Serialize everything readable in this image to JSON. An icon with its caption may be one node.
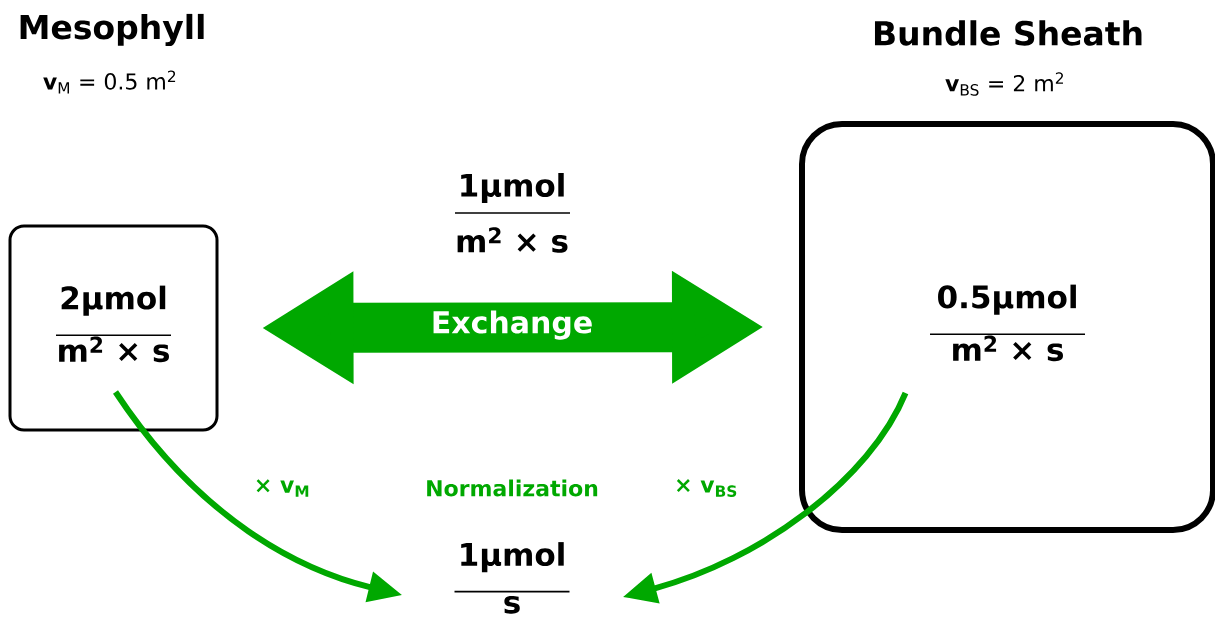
{
  "diagram": {
    "nodes": [
      {
        "text": [
          "2µmol",
          "m$^{2}$ × s"
        ]
      },
      {
        "text": [
          "0.5µmol",
          "m$^{2}$ × s"
        ]
      },
      {
        "text": [
          "1µmol",
          "s"
        ]
      }
    ],
    "edges": [
      {
        "from": 0,
        "to": 1,
        "arrow": "both",
        "label": "Exchange",
        "style": "thick"
      },
      {
        "from": 0,
        "to": 2,
        "arrow": "to",
        "label": "× v$_{M}$"
      },
      {
        "from": 1,
        "to": 2,
        "arrow": "to",
        "label": "× v$_{BS}$"
      }
    ],
    "labels": [
      "Mesophyll",
      "**v**$_{M}$ = 0.5 m$^{2}$",
      "Bundle Sheath",
      "**v**$_{BS}$ = 2 m$^{2}$",
      "1µmol",
      "m$^{2}$ × s",
      "Normalization"
    ]
  }
}
